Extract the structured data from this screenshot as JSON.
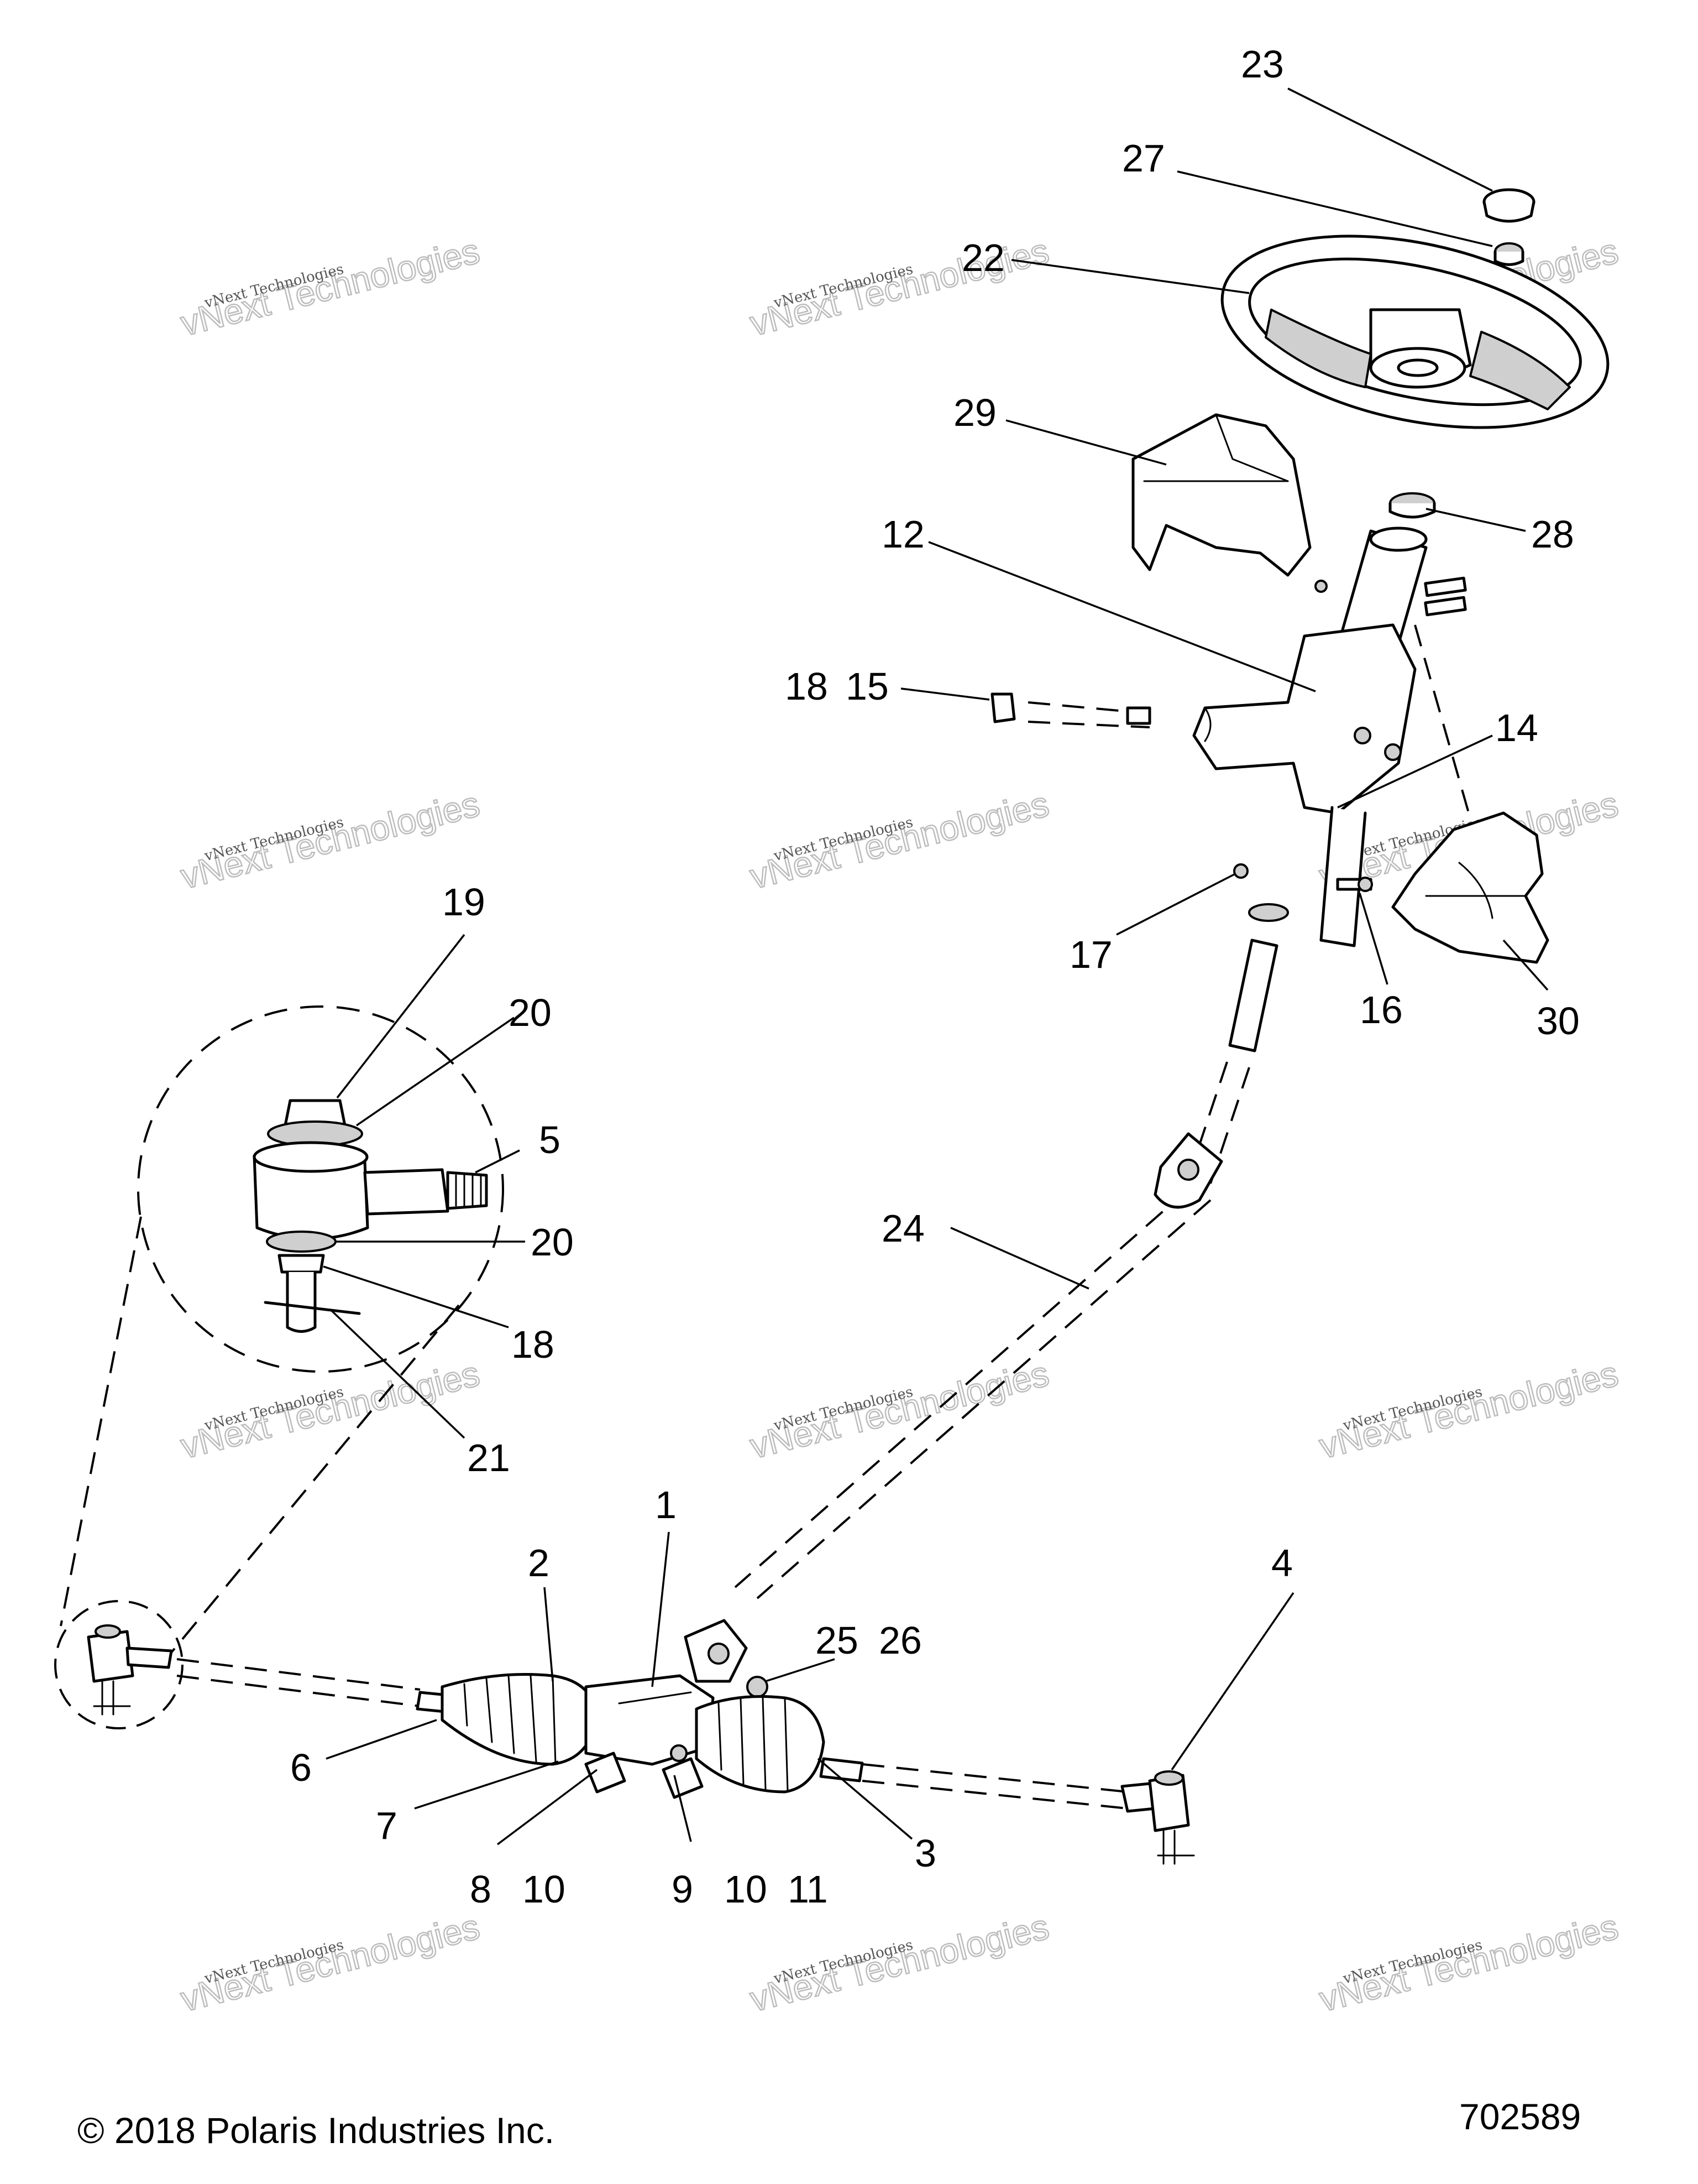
{
  "callouts": {
    "c1": "1",
    "c2": "2",
    "c3": "3",
    "c4": "4",
    "c5": "5",
    "c6": "6",
    "c7": "7",
    "c8": "8",
    "c8_10": "10",
    "c9": "9",
    "c9_10": "10",
    "c9_11": "11",
    "c12": "12",
    "c14": "14",
    "c15": "15",
    "c16": "16",
    "c17": "17",
    "c18_top": "18",
    "c18_detail": "18",
    "c19": "19",
    "c20_top": "20",
    "c20_bottom": "20",
    "c21": "21",
    "c22": "22",
    "c23": "23",
    "c24": "24",
    "c25": "25",
    "c26": "26",
    "c27": "27",
    "c28": "28",
    "c29": "29",
    "c30": "30"
  },
  "watermark": {
    "line1": "vNext Technologies",
    "line2": "vNext Technologies"
  },
  "footer": {
    "copyright": "© 2018 Polaris Industries Inc.",
    "figure_number": "702589"
  }
}
